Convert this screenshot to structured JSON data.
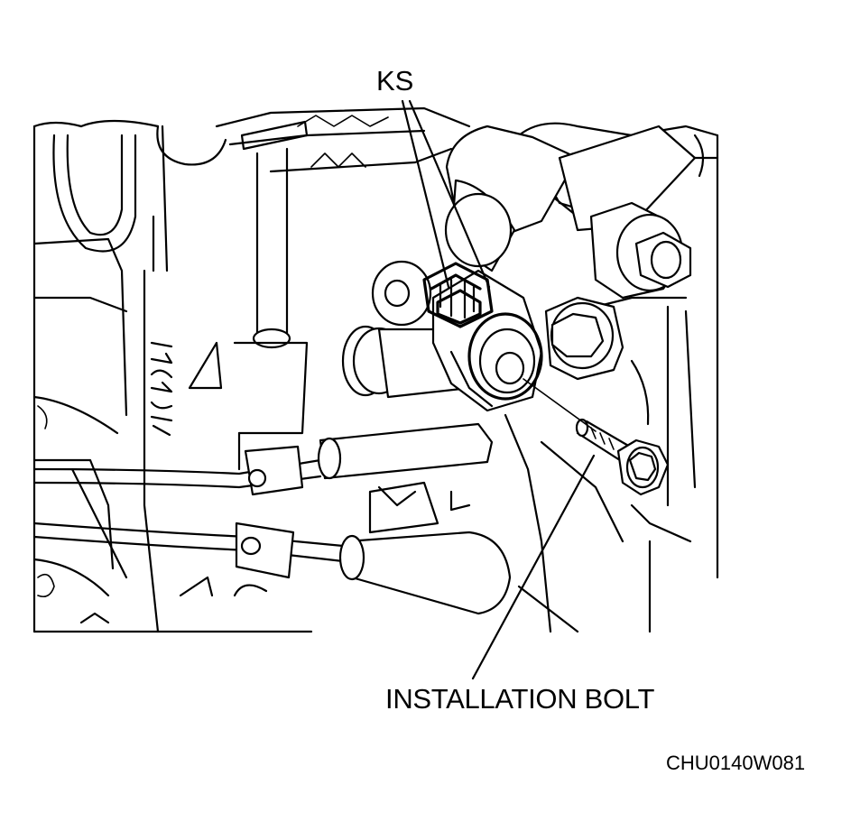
{
  "labels": {
    "ks": "KS",
    "installation_bolt": "INSTALLATION BOLT",
    "figure_code": "CHU0140W081"
  }
}
